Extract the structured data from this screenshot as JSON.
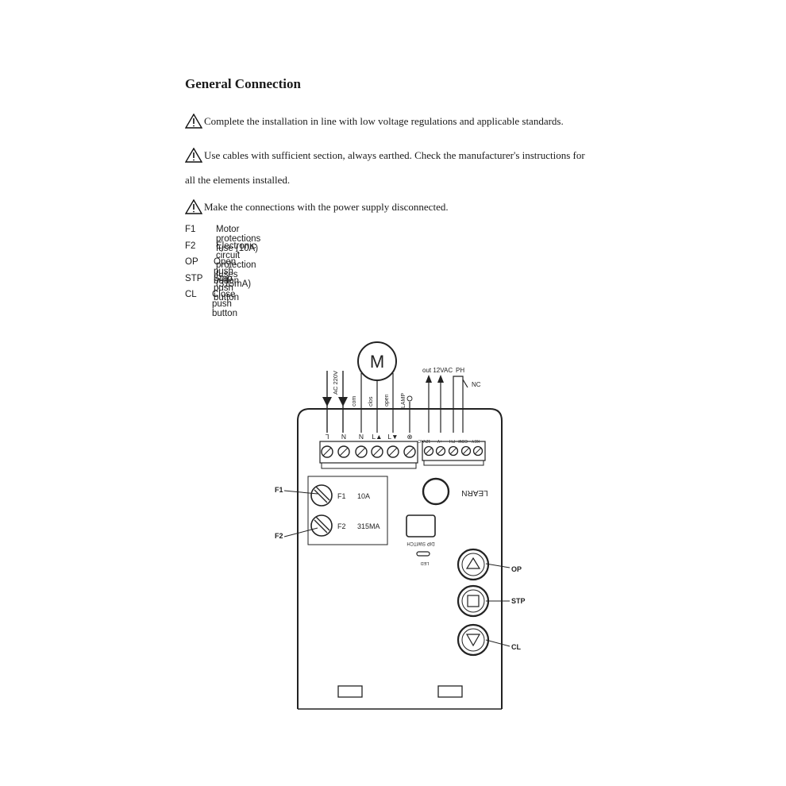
{
  "title": "General Connection",
  "warnings": [
    "Complete the installation in line with low voltage regulations and applicable standards.",
    "Use cables with sufficient section, always earthed. Check the manufacturer's instructions for",
    "Make the connections with the power supply disconnected."
  ],
  "warning_continuation": "all the elements installed.",
  "legend": [
    {
      "code": "F1",
      "desc": "Motor protections fuse (10A)"
    },
    {
      "code": "F2",
      "desc": "Electronic circuit protection fuses (315mA)"
    },
    {
      "code": "OP",
      "desc": "Open push button"
    },
    {
      "code": "STP",
      "desc": "Stop push button"
    },
    {
      "code": "CL",
      "desc": "Close push button"
    }
  ],
  "diagram": {
    "motor": "M",
    "power_label": "AC 220V",
    "terminals_left": [
      "L",
      "N",
      "N",
      "L▲",
      "L▼",
      "⊗"
    ],
    "wire_labels": [
      "com",
      "clos",
      "open",
      "LAMP"
    ],
    "terminals_right": [
      "12VAC",
      "+V",
      "PH",
      "COM",
      "KEY"
    ],
    "out_label": "out 12VAC",
    "ph_label": "PH",
    "nc_label": "NC",
    "f1_callout": "F1",
    "f2_callout": "F2",
    "f1_label": "F1",
    "f1_rating": "10A",
    "f2_label": "F2",
    "f2_rating": "315MA",
    "learn": "LEARN",
    "dip_switch": "DIP SWITCH",
    "led": "LED",
    "op": "OP",
    "stp": "STP",
    "cl": "CL"
  }
}
